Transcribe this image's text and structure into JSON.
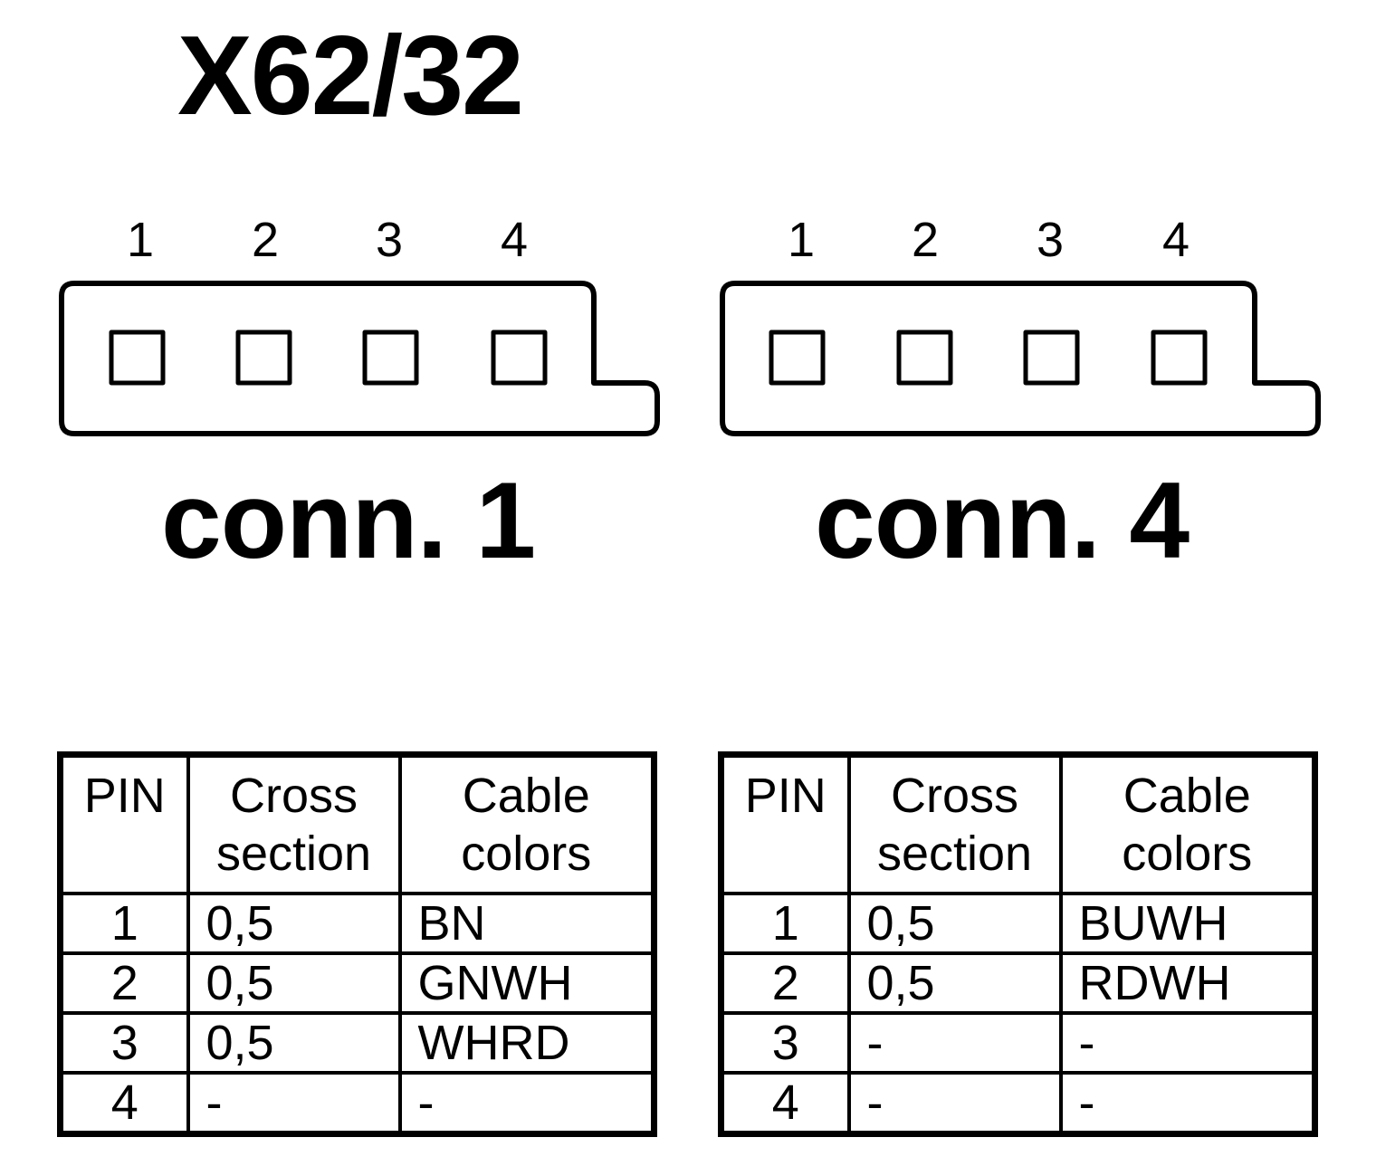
{
  "title": "X62/32",
  "connectors": [
    {
      "label": "conn. 1",
      "pin_numbers": [
        "1",
        "2",
        "3",
        "4"
      ]
    },
    {
      "label": "conn. 4",
      "pin_numbers": [
        "1",
        "2",
        "3",
        "4"
      ]
    }
  ],
  "table_headers": {
    "pin": "PIN",
    "cross_line1": "Cross",
    "cross_line2": "section",
    "cable_line1": "Cable",
    "cable_line2": "colors"
  },
  "tables": [
    {
      "rows": [
        {
          "pin": "1",
          "cross_section": "0,5",
          "color": "BN"
        },
        {
          "pin": "2",
          "cross_section": "0,5",
          "color": "GNWH"
        },
        {
          "pin": "3",
          "cross_section": "0,5",
          "color": "WHRD"
        },
        {
          "pin": "4",
          "cross_section": "-",
          "color": "-"
        }
      ]
    },
    {
      "rows": [
        {
          "pin": "1",
          "cross_section": "0,5",
          "color": "BUWH"
        },
        {
          "pin": "2",
          "cross_section": "0,5",
          "color": "RDWH"
        },
        {
          "pin": "3",
          "cross_section": "-",
          "color": "-"
        },
        {
          "pin": "4",
          "cross_section": "-",
          "color": "-"
        }
      ]
    }
  ]
}
